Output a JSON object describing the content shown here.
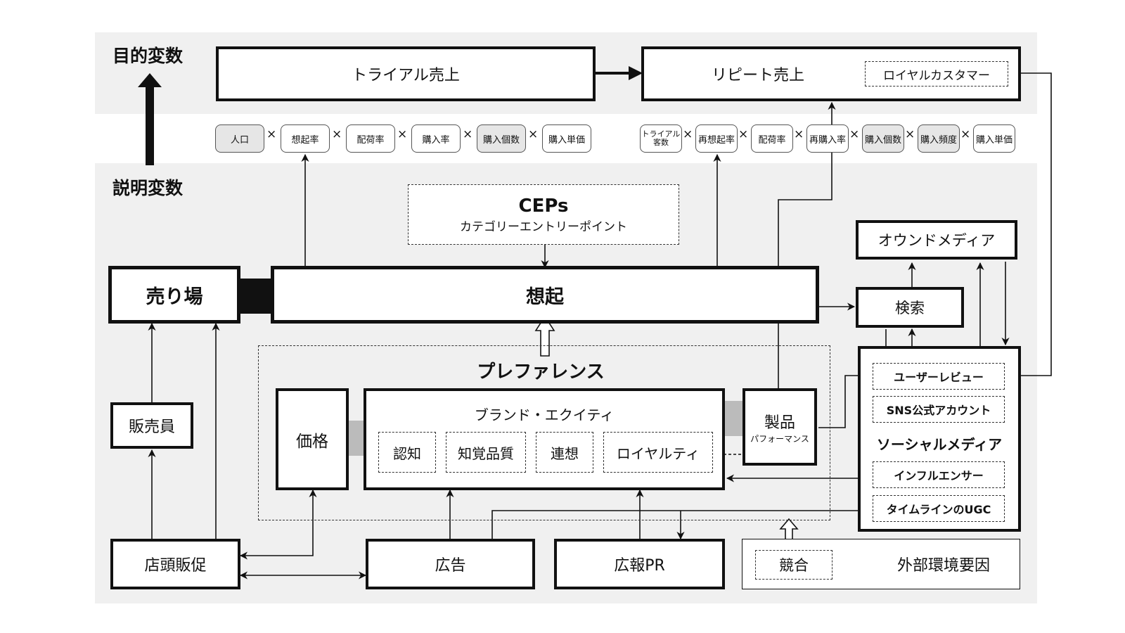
{
  "side_labels": {
    "objective": "目的変数",
    "explanatory": "説明変数"
  },
  "objective": {
    "trial_sales": "トライアル売上",
    "repeat_sales": "リピート売上",
    "loyal_customers": "ロイヤルカスタマー"
  },
  "trial_factors": [
    "人口",
    "想起率",
    "配荷率",
    "購入率",
    "購入個数",
    "購入単価"
  ],
  "repeat_factors": [
    "トライアル\n客数",
    "再想起率",
    "配荷率",
    "再購入率",
    "購入個数",
    "購入頻度",
    "購入単価"
  ],
  "multiply_sign": "×",
  "ceps": {
    "title": "CEPs",
    "subtitle": "カテゴリーエントリーポイント"
  },
  "store": "売り場",
  "recall": "想起",
  "owned_media": "オウンドメディア",
  "search": "検索",
  "social": {
    "title": "ソーシャルメディア",
    "items": [
      "ユーザーレビュー",
      "SNS公式アカウント",
      "インフルエンサー",
      "タイムラインのUGC"
    ]
  },
  "preference": {
    "title": "プレファレンス",
    "price": "価格",
    "equity_title": "ブランド・エクイティ",
    "equity_items": [
      "認知",
      "知覚品質",
      "連想",
      "ロイヤルティ"
    ],
    "product_title": "製品",
    "product_sub": "パフォーマンス"
  },
  "salesperson": "販売員",
  "bottom": {
    "promo": "店頭販促",
    "ad": "広告",
    "pr": "広報PR",
    "competition": "競合",
    "external": "外部環境要因"
  }
}
